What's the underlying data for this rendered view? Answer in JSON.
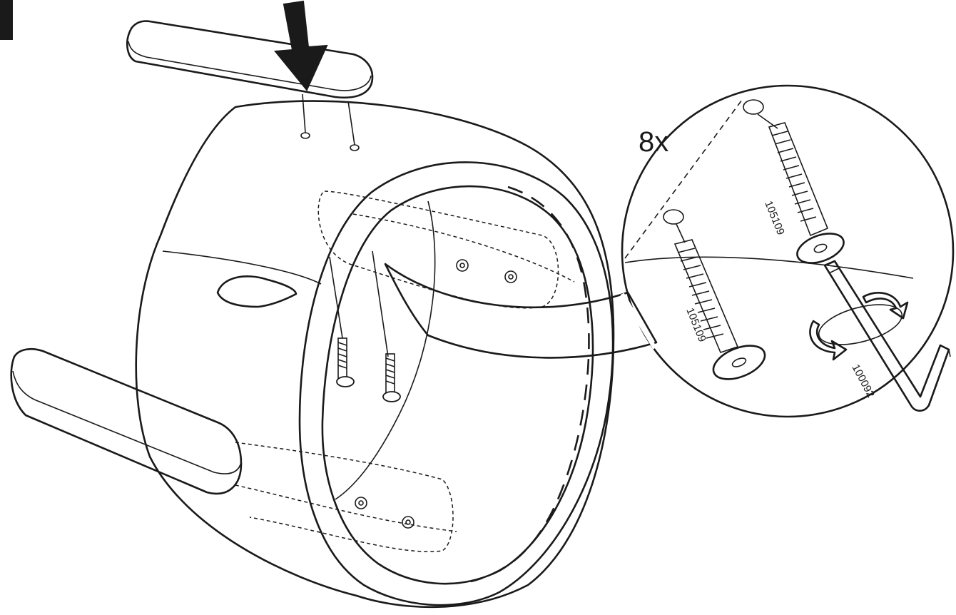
{
  "figure": {
    "step_marker": "",
    "detail": {
      "quantity_label": "8x",
      "part_labels": {
        "bolt_upper": "105109",
        "bolt_lower": "105109",
        "hex_key": "100092"
      }
    }
  },
  "colors": {
    "ink": "#1a1a1a",
    "body_fill": "#9a9a9a",
    "rim_fill": "#8c8c8c",
    "inner_fill": "#e6e6e6",
    "cushion_fill": "#ffffff"
  }
}
